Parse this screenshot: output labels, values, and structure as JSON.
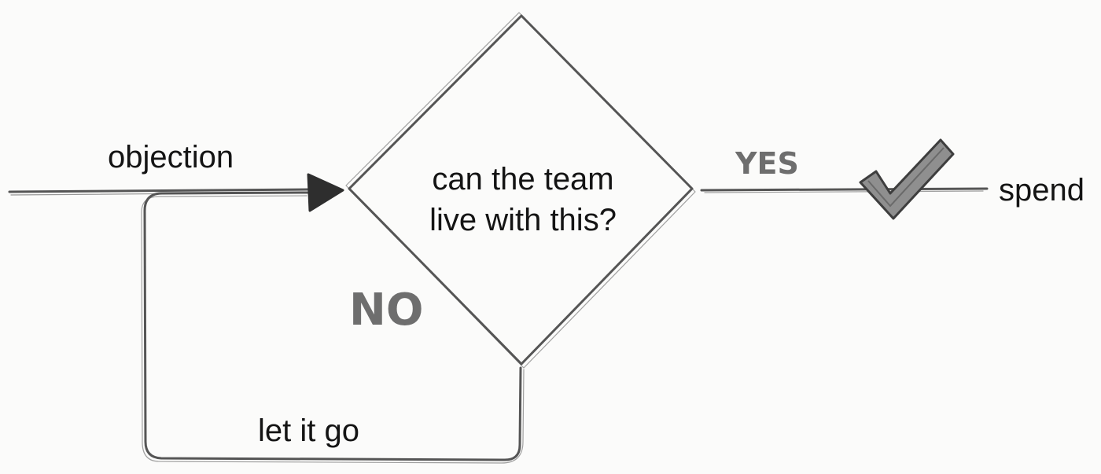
{
  "labels": {
    "input": "objection",
    "question_line1": "can the team",
    "question_line2": "live with this?",
    "yes": "YES",
    "no": "NO",
    "outcome": "spend",
    "loop": "let it go"
  },
  "colors": {
    "pencil": "#555555",
    "text": "#141414",
    "handwriting": "#6e6e6e",
    "background": "#fbfbfa"
  },
  "icons": {
    "decision": "diamond-shape",
    "check": "checkmark-icon",
    "arrow": "arrowhead-icon"
  }
}
